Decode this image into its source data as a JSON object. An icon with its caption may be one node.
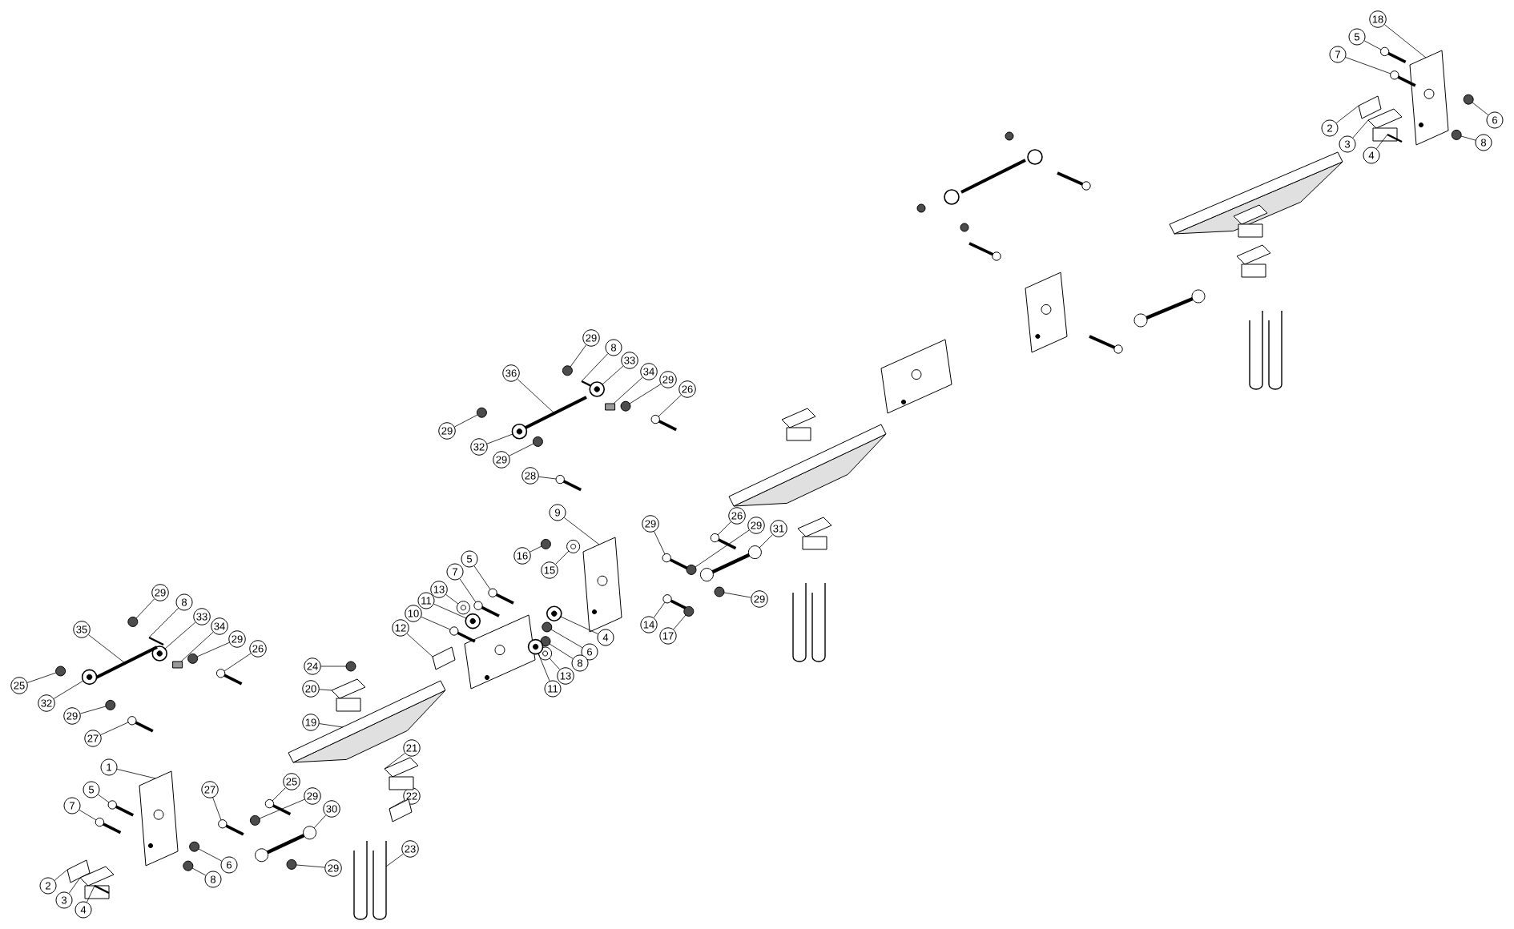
{
  "diagram": {
    "nodes": [
      {
        "text": [
          "29"
        ]
      },
      {
        "text": [
          "8"
        ]
      },
      {
        "text": [
          "33"
        ]
      },
      {
        "text": [
          "34"
        ]
      },
      {
        "text": [
          "29"
        ]
      },
      {
        "text": [
          "26"
        ]
      },
      {
        "text": [
          "35"
        ]
      },
      {
        "text": [
          "25"
        ]
      },
      {
        "text": [
          "32"
        ]
      },
      {
        "text": [
          "29"
        ]
      },
      {
        "text": [
          "27"
        ]
      },
      {
        "text": [
          "1"
        ]
      },
      {
        "text": [
          "5"
        ]
      },
      {
        "text": [
          "7"
        ]
      },
      {
        "text": [
          "2"
        ]
      },
      {
        "text": [
          "3"
        ]
      },
      {
        "text": [
          "4"
        ]
      },
      {
        "text": [
          "6"
        ]
      },
      {
        "text": [
          "8"
        ]
      },
      {
        "text": [
          "27"
        ]
      },
      {
        "text": [
          "25"
        ]
      },
      {
        "text": [
          "29"
        ]
      },
      {
        "text": [
          "30"
        ]
      },
      {
        "text": [
          "29"
        ]
      },
      {
        "text": [
          "21"
        ]
      },
      {
        "text": [
          "22"
        ]
      },
      {
        "text": [
          "23"
        ]
      },
      {
        "text": [
          "24"
        ]
      },
      {
        "text": [
          "20"
        ]
      },
      {
        "text": [
          "19"
        ]
      },
      {
        "text": [
          "9"
        ]
      },
      {
        "text": [
          "16"
        ]
      },
      {
        "text": [
          "15"
        ]
      },
      {
        "text": [
          "5"
        ]
      },
      {
        "text": [
          "7"
        ]
      },
      {
        "text": [
          "13"
        ]
      },
      {
        "text": [
          "11"
        ]
      },
      {
        "text": [
          "10"
        ]
      },
      {
        "text": [
          "12"
        ]
      },
      {
        "text": [
          "4"
        ]
      },
      {
        "text": [
          "6"
        ]
      },
      {
        "text": [
          "8"
        ]
      },
      {
        "text": [
          "13"
        ]
      },
      {
        "text": [
          "11"
        ]
      },
      {
        "text": [
          "14"
        ]
      },
      {
        "text": [
          "17"
        ]
      },
      {
        "text": [
          "29"
        ]
      },
      {
        "text": [
          "26"
        ]
      },
      {
        "text": [
          "29"
        ]
      },
      {
        "text": [
          "31"
        ]
      },
      {
        "text": [
          "29"
        ]
      },
      {
        "text": [
          "29"
        ]
      },
      {
        "text": [
          "8"
        ]
      },
      {
        "text": [
          "33"
        ]
      },
      {
        "text": [
          "34"
        ]
      },
      {
        "text": [
          "29"
        ]
      },
      {
        "text": [
          "26"
        ]
      },
      {
        "text": [
          "36"
        ]
      },
      {
        "text": [
          "29"
        ]
      },
      {
        "text": [
          "32"
        ]
      },
      {
        "text": [
          "29"
        ]
      },
      {
        "text": [
          "28"
        ]
      },
      {
        "text": [
          "18"
        ]
      },
      {
        "text": [
          "5"
        ]
      },
      {
        "text": [
          "7"
        ]
      },
      {
        "text": [
          "2"
        ]
      },
      {
        "text": [
          "3"
        ]
      },
      {
        "text": [
          "4"
        ]
      },
      {
        "text": [
          "6"
        ]
      },
      {
        "text": [
          "8"
        ]
      },
      {
        "text": [],
        "shape": "circle"
      },
      {
        "text": [],
        "shape": "picture"
      },
      {
        "text": [],
        "shape": "picture"
      },
      {
        "text": [],
        "shape": "box"
      },
      {
        "text": [],
        "shape": "circle"
      },
      {
        "text": [],
        "shape": "picture"
      },
      {
        "text": [],
        "shape": "picture"
      },
      {
        "text": [],
        "shape": "circle"
      },
      {
        "text": [],
        "shape": "picture"
      },
      {
        "text": [],
        "shape": "circle"
      },
      {
        "text": [],
        "shape": "picture"
      },
      {
        "text": [],
        "shape": "picture"
      },
      {
        "text": [],
        "shape": "picture"
      },
      {
        "text": [],
        "shape": "picture"
      },
      {
        "text": [],
        "shape": "picture"
      },
      {
        "text": [],
        "shape": "picture"
      },
      {
        "text": [],
        "shape": "picture"
      },
      {
        "text": [],
        "shape": "circle"
      },
      {
        "text": [],
        "shape": "circle"
      },
      {
        "text": [],
        "shape": "picture"
      },
      {
        "text": [],
        "shape": "picture"
      },
      {
        "text": [],
        "shape": "circle"
      },
      {
        "text": [],
        "shape": "picture"
      },
      {
        "text": [],
        "shape": "circle"
      },
      {
        "text": [],
        "shape": "picture"
      },
      {
        "text": [],
        "shape": "picture"
      },
      {
        "text": [],
        "shape": "picture"
      },
      {
        "text": [],
        "shape": "circle"
      },
      {
        "text": [],
        "shape": "picture"
      },
      {
        "text": [],
        "shape": "picture"
      },
      {
        "text": [],
        "shape": "picture"
      },
      {
        "text": [],
        "shape": "circle"
      },
      {
        "text": [],
        "shape": "picture"
      },
      {
        "text": [],
        "shape": "picture"
      },
      {
        "text": [],
        "shape": "picture"
      },
      {
        "text": [],
        "shape": "picture"
      },
      {
        "text": [],
        "shape": "picture"
      },
      {
        "text": [],
        "shape": "picture"
      },
      {
        "text": [],
        "shape": "picture"
      },
      {
        "text": [],
        "shape": "picture"
      },
      {
        "text": [],
        "shape": "circle"
      },
      {
        "text": [],
        "shape": "circle"
      },
      {
        "text": [],
        "shape": "picture"
      },
      {
        "text": [],
        "shape": "picture"
      },
      {
        "text": [],
        "shape": "picture"
      },
      {
        "text": [],
        "shape": "circle"
      },
      {
        "text": [],
        "shape": "picture"
      },
      {
        "text": [],
        "shape": "picture"
      },
      {
        "text": [],
        "shape": "circle"
      },
      {
        "text": [],
        "shape": "picture"
      },
      {
        "text": [],
        "shape": "circle"
      },
      {
        "text": [],
        "shape": "circle"
      },
      {
        "text": [],
        "shape": "picture"
      },
      {
        "text": [],
        "shape": "picture"
      },
      {
        "text": [],
        "shape": "box"
      },
      {
        "text": [],
        "shape": "circle"
      },
      {
        "text": [],
        "shape": "picture"
      },
      {
        "text": [],
        "shape": "picture"
      },
      {
        "text": [],
        "shape": "circle"
      },
      {
        "text": [],
        "shape": "picture"
      },
      {
        "text": [],
        "shape": "circle"
      },
      {
        "text": [],
        "shape": "picture"
      },
      {
        "text": [],
        "shape": "picture"
      },
      {
        "text": [],
        "shape": "picture"
      },
      {
        "text": [],
        "shape": "picture"
      },
      {
        "text": [],
        "shape": "picture"
      },
      {
        "text": [],
        "shape": "picture"
      },
      {
        "text": [],
        "shape": "picture"
      },
      {
        "text": [],
        "shape": "circle"
      },
      {
        "text": [],
        "shape": "circle"
      }
    ],
    "edges": [
      {
        "from": 0,
        "to": 70,
        "arrow": "none"
      },
      {
        "from": 1,
        "to": 71,
        "arrow": "none"
      },
      {
        "from": 2,
        "to": 72,
        "arrow": "none"
      },
      {
        "from": 3,
        "to": 73,
        "arrow": "none"
      },
      {
        "from": 4,
        "to": 74,
        "arrow": "none"
      },
      {
        "from": 5,
        "to": 75,
        "arrow": "none"
      },
      {
        "from": 6,
        "to": 76,
        "arrow": "none"
      },
      {
        "from": 7,
        "to": 77,
        "arrow": "none"
      },
      {
        "from": 8,
        "to": 78,
        "arrow": "none"
      },
      {
        "from": 9,
        "to": 79,
        "arrow": "none"
      },
      {
        "from": 10,
        "to": 80,
        "arrow": "none"
      },
      {
        "from": 11,
        "to": 81,
        "arrow": "none"
      },
      {
        "from": 12,
        "to": 82,
        "arrow": "none"
      },
      {
        "from": 13,
        "to": 83,
        "arrow": "none"
      },
      {
        "from": 14,
        "to": 84,
        "arrow": "none"
      },
      {
        "from": 15,
        "to": 85,
        "arrow": "none"
      },
      {
        "from": 16,
        "to": 86,
        "arrow": "none"
      },
      {
        "from": 17,
        "to": 87,
        "arrow": "none"
      },
      {
        "from": 18,
        "to": 88,
        "arrow": "none"
      },
      {
        "from": 19,
        "to": 89,
        "arrow": "none"
      },
      {
        "from": 20,
        "to": 90,
        "arrow": "none"
      },
      {
        "from": 21,
        "to": 91,
        "arrow": "none"
      },
      {
        "from": 22,
        "to": 92,
        "arrow": "none"
      },
      {
        "from": 23,
        "to": 93,
        "arrow": "none"
      },
      {
        "from": 24,
        "to": 94,
        "arrow": "none"
      },
      {
        "from": 25,
        "to": 95,
        "arrow": "none"
      },
      {
        "from": 26,
        "to": 96,
        "arrow": "none"
      },
      {
        "from": 27,
        "to": 97,
        "arrow": "none"
      },
      {
        "from": 28,
        "to": 98,
        "arrow": "none"
      },
      {
        "from": 29,
        "to": 99,
        "arrow": "none"
      },
      {
        "from": 30,
        "to": 100,
        "arrow": "none"
      },
      {
        "from": 31,
        "to": 101,
        "arrow": "none"
      },
      {
        "from": 32,
        "to": 102,
        "arrow": "none"
      },
      {
        "from": 33,
        "to": 103,
        "arrow": "none"
      },
      {
        "from": 34,
        "to": 104,
        "arrow": "none"
      },
      {
        "from": 35,
        "to": 105,
        "arrow": "none"
      },
      {
        "from": 36,
        "to": 106,
        "arrow": "none"
      },
      {
        "from": 37,
        "to": 107,
        "arrow": "none"
      },
      {
        "from": 38,
        "to": 108,
        "arrow": "none"
      },
      {
        "from": 39,
        "to": 109,
        "arrow": "none"
      },
      {
        "from": 40,
        "to": 110,
        "arrow": "none"
      },
      {
        "from": 41,
        "to": 111,
        "arrow": "none"
      },
      {
        "from": 42,
        "to": 112,
        "arrow": "none"
      },
      {
        "from": 43,
        "to": 113,
        "arrow": "none"
      },
      {
        "from": 44,
        "to": 114,
        "arrow": "none"
      },
      {
        "from": 45,
        "to": 115,
        "arrow": "none"
      },
      {
        "from": 46,
        "to": 116,
        "arrow": "none"
      },
      {
        "from": 47,
        "to": 117,
        "arrow": "none"
      },
      {
        "from": 48,
        "to": 118,
        "arrow": "none"
      },
      {
        "from": 49,
        "to": 119,
        "arrow": "none"
      },
      {
        "from": 50,
        "to": 120,
        "arrow": "none"
      },
      {
        "from": 51,
        "to": 121,
        "arrow": "none"
      },
      {
        "from": 52,
        "to": 122,
        "arrow": "none"
      },
      {
        "from": 53,
        "to": 123,
        "arrow": "none"
      },
      {
        "from": 54,
        "to": 124,
        "arrow": "none"
      },
      {
        "from": 55,
        "to": 125,
        "arrow": "none"
      },
      {
        "from": 56,
        "to": 126,
        "arrow": "none"
      },
      {
        "from": 57,
        "to": 127,
        "arrow": "none"
      },
      {
        "from": 58,
        "to": 128,
        "arrow": "none"
      },
      {
        "from": 59,
        "to": 129,
        "arrow": "none"
      },
      {
        "from": 60,
        "to": 130,
        "arrow": "none"
      },
      {
        "from": 61,
        "to": 131,
        "arrow": "none"
      },
      {
        "from": 62,
        "to": 132,
        "arrow": "none"
      },
      {
        "from": 63,
        "to": 133,
        "arrow": "none"
      },
      {
        "from": 64,
        "to": 134,
        "arrow": "none"
      },
      {
        "from": 65,
        "to": 135,
        "arrow": "none"
      },
      {
        "from": 66,
        "to": 136,
        "arrow": "none"
      },
      {
        "from": 67,
        "to": 137,
        "arrow": "none"
      },
      {
        "from": 68,
        "to": 138,
        "arrow": "none"
      },
      {
        "from": 69,
        "to": 139,
        "arrow": "none"
      }
    ]
  }
}
